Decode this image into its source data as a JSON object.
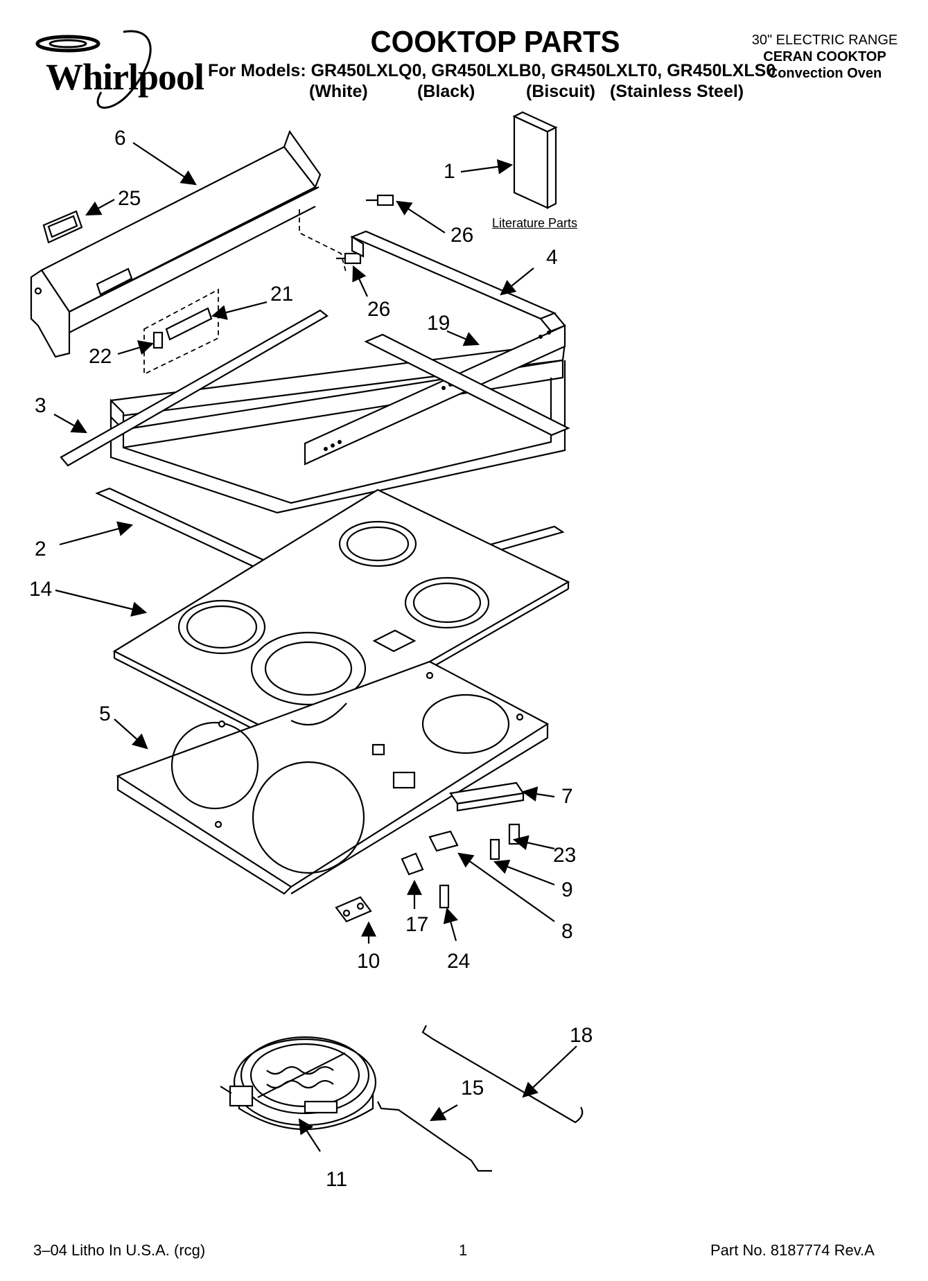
{
  "brand": "Whirlpool",
  "title": "COOKTOP PARTS",
  "models_line": "For Models: GR450LXLQ0, GR450LXLB0, GR450LXLT0, GR450LXLS0",
  "color_labels": [
    "(White)",
    "(Black)",
    "(Biscuit)",
    "(Stainless Steel)"
  ],
  "right_header": {
    "line1": "30\" ELECTRIC RANGE",
    "line2": "CERAN COOKTOP",
    "line3": "Convection Oven"
  },
  "literature_label": "Literature Parts",
  "callouts": [
    "1",
    "2",
    "3",
    "4",
    "5",
    "6",
    "7",
    "8",
    "9",
    "10",
    "11",
    "14",
    "15",
    "17",
    "18",
    "19",
    "21",
    "22",
    "23",
    "24",
    "25",
    "26",
    "26"
  ],
  "footer": {
    "left": "3–04 Litho In U.S.A. (rcg)",
    "center": "1",
    "right": "Part No. 8187774 Rev.A"
  }
}
